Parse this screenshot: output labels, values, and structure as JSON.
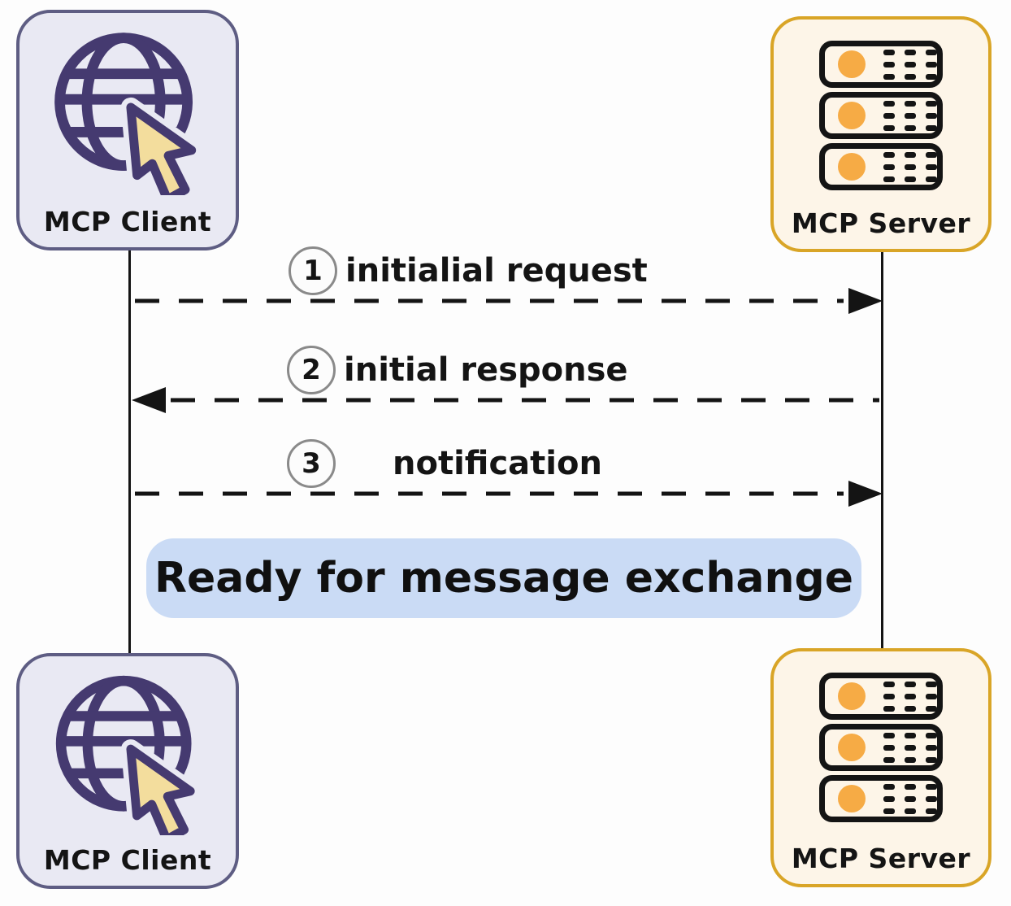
{
  "actors": {
    "client_top": {
      "label": "MCP Client"
    },
    "server_top": {
      "label": "MCP Server"
    },
    "client_bottom": {
      "label": "MCP Client"
    },
    "server_bottom": {
      "label": "MCP Server"
    }
  },
  "messages": [
    {
      "number": "1",
      "label": "initialial request",
      "from": "MCP Client",
      "to": "MCP Server",
      "direction": "right"
    },
    {
      "number": "2",
      "label": "initial response",
      "from": "MCP Server",
      "to": "MCP Client",
      "direction": "left"
    },
    {
      "number": "3",
      "label": "notification",
      "from": "MCP Client",
      "to": "MCP Server",
      "direction": "right"
    }
  ],
  "note": {
    "label": "Ready for message exchange"
  },
  "icons": {
    "client": "globe-cursor-icon",
    "server": "server-stack-icon"
  },
  "colors": {
    "client_fill": "#e9e9f3",
    "client_border": "#5e5d83",
    "server_fill": "#fdf5e8",
    "server_border": "#d9a527",
    "server_dot": "#f6ab45",
    "globe": "#453a70",
    "cursor_fill": "#f3dd9d",
    "note_fill": "#cadbf5",
    "line": "#141414"
  }
}
